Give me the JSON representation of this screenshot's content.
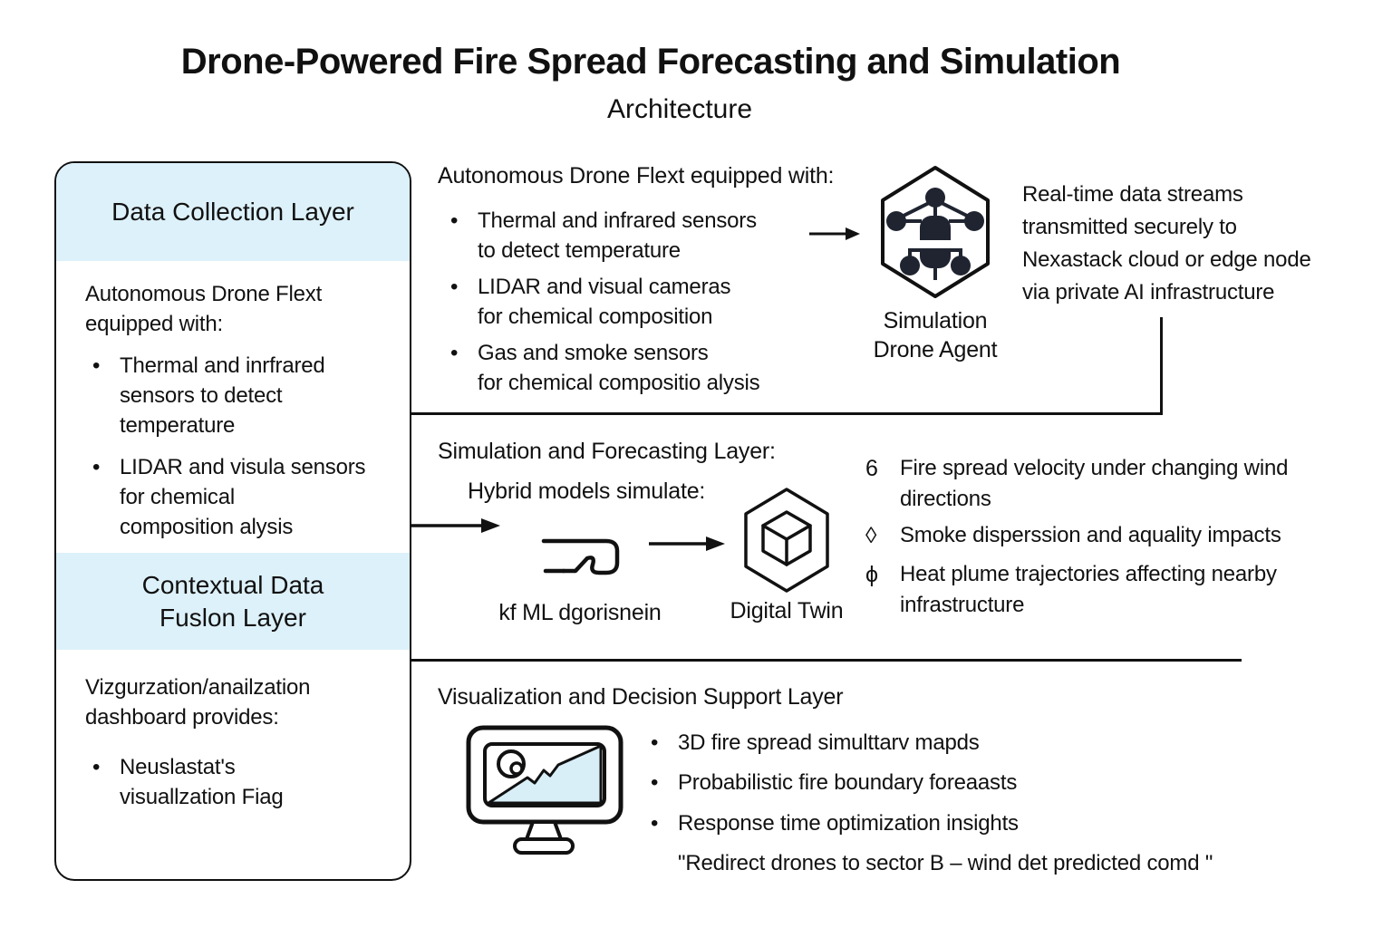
{
  "page": {
    "title": "Drone-Powered Fire Spread Forecasting and Simulation",
    "subtitle": "Architecture"
  },
  "colors": {
    "accent_bg": "#ddf1fa",
    "chart_fill": "#d9eff8",
    "ink": "#111111"
  },
  "glyphs": {
    "bullet": "•"
  },
  "sidebar": {
    "data_collection_header": "Data Collection Layer",
    "data_collection_intro": "Autonomous Drone Flext\nequipped with:",
    "data_collection_bullets": [
      "Thermal and inrfrared\nsensors to detect\ntemperature",
      "LIDAR and visula sensors\nfor chemical\ncomposition alysis"
    ],
    "fusion_header": "Contextual Data\nFuslon Layer",
    "fusion_intro": "Vizgurzation/anailzation\ndashboard provides:",
    "fusion_bullets": [
      "Neuslastat's\nvisuallzation Fiag"
    ]
  },
  "collection": {
    "heading": "Autonomous Drone Flext equipped with:",
    "bullets": [
      "Thermal and infrared sensors\nto detect temperature",
      "LIDAR and visual cameras\nfor chemical composition",
      "Gas and smoke sensors\nfor chemical compositio alysis"
    ],
    "drone_caption": "Simulation\nDrone Agent",
    "stream_note": "Real-time data streams\ntransmitted securely to\nNexastack cloud or edge node\nvia private AI infrastructure"
  },
  "simulation": {
    "heading": "Simulation and Forecasting Layer:",
    "subheading": "Hybrid models simulate:",
    "ml_caption": "kf ML dgorisnein",
    "twin_caption": "Digital Twin",
    "items": [
      {
        "glyph": "6",
        "text": "Fire spread velocity under changing wind\ndirections"
      },
      {
        "glyph": "◊",
        "text": "Smoke disperssion and aquality impacts"
      },
      {
        "glyph": "ϕ",
        "text": "Heat plume trajectories affecting nearby\ninfrastructure"
      }
    ]
  },
  "visualization": {
    "heading": "Visualization and Decision Support Layer",
    "bullets": [
      "3D fire spread simulttarv mapds",
      "Probabilistic fire boundary foreaasts",
      "Response time optimization insights"
    ],
    "quote": "\"Redirect drones to sector B  – wind det predicted comd \""
  }
}
